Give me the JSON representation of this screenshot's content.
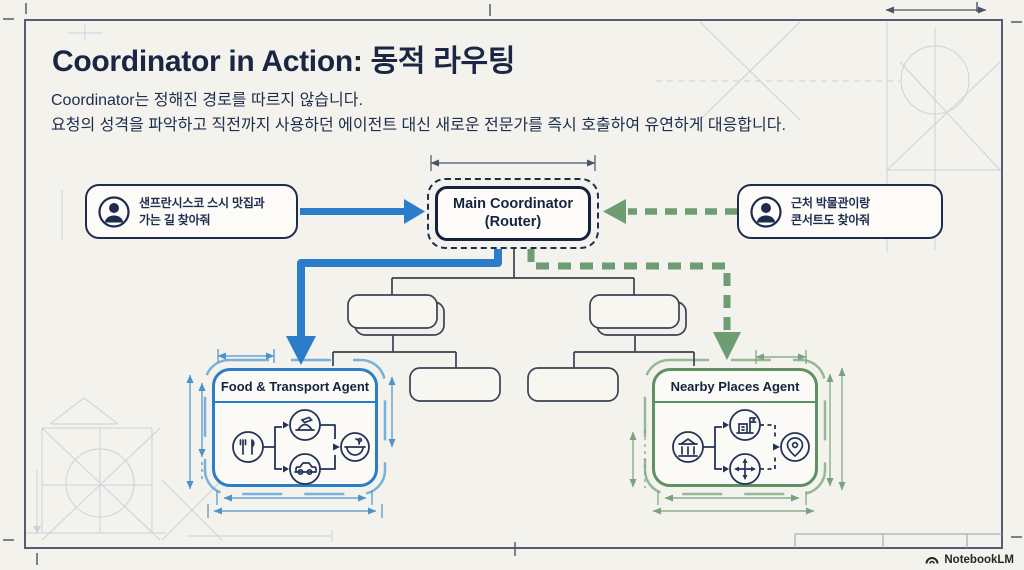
{
  "title": "Coordinator in Action: 동적 라우팅",
  "subtitle": {
    "line1": "Coordinator는 정해진 경로를 따르지 않습니다.",
    "line2": "요청의 성격을 파악하고 직전까지 사용하던 에이전트 대신 새로운 전문가를 즉시 호출하여 유연하게 대응합니다."
  },
  "queries": {
    "left": {
      "icon": "user-avatar-icon",
      "line1": "샌프란시스코 스시 맛집과",
      "line2": "가는 길 찾아줘"
    },
    "right": {
      "icon": "user-avatar-icon",
      "line1": "근처 박물관이랑",
      "line2": "콘서트도 찾아줘"
    }
  },
  "coordinator": {
    "title": "Main Coordinator",
    "subtitle": "(Router)"
  },
  "agents": {
    "food_transport": {
      "label": "Food & Transport Agent",
      "accent": "#2b7cc9",
      "flow_icons": [
        "utensils-icon",
        "sushi-icon",
        "car-icon",
        "soup-bowl-icon"
      ]
    },
    "nearby_places": {
      "label": "Nearby Places Agent",
      "accent": "#5f8f63",
      "flow_icons": [
        "museum-icon",
        "landmark-flag-icon",
        "directions-cross-icon",
        "location-pin-icon"
      ]
    }
  },
  "routing": {
    "left_route_color": "#2b7cc9",
    "left_route_style": "solid",
    "right_route_color": "#6f9d73",
    "right_route_style": "dashed"
  },
  "branding": {
    "label": "NotebookLM"
  },
  "colors": {
    "background": "#f3f2ec",
    "ink": "#1d2b4f",
    "frame": "#535d6f"
  }
}
